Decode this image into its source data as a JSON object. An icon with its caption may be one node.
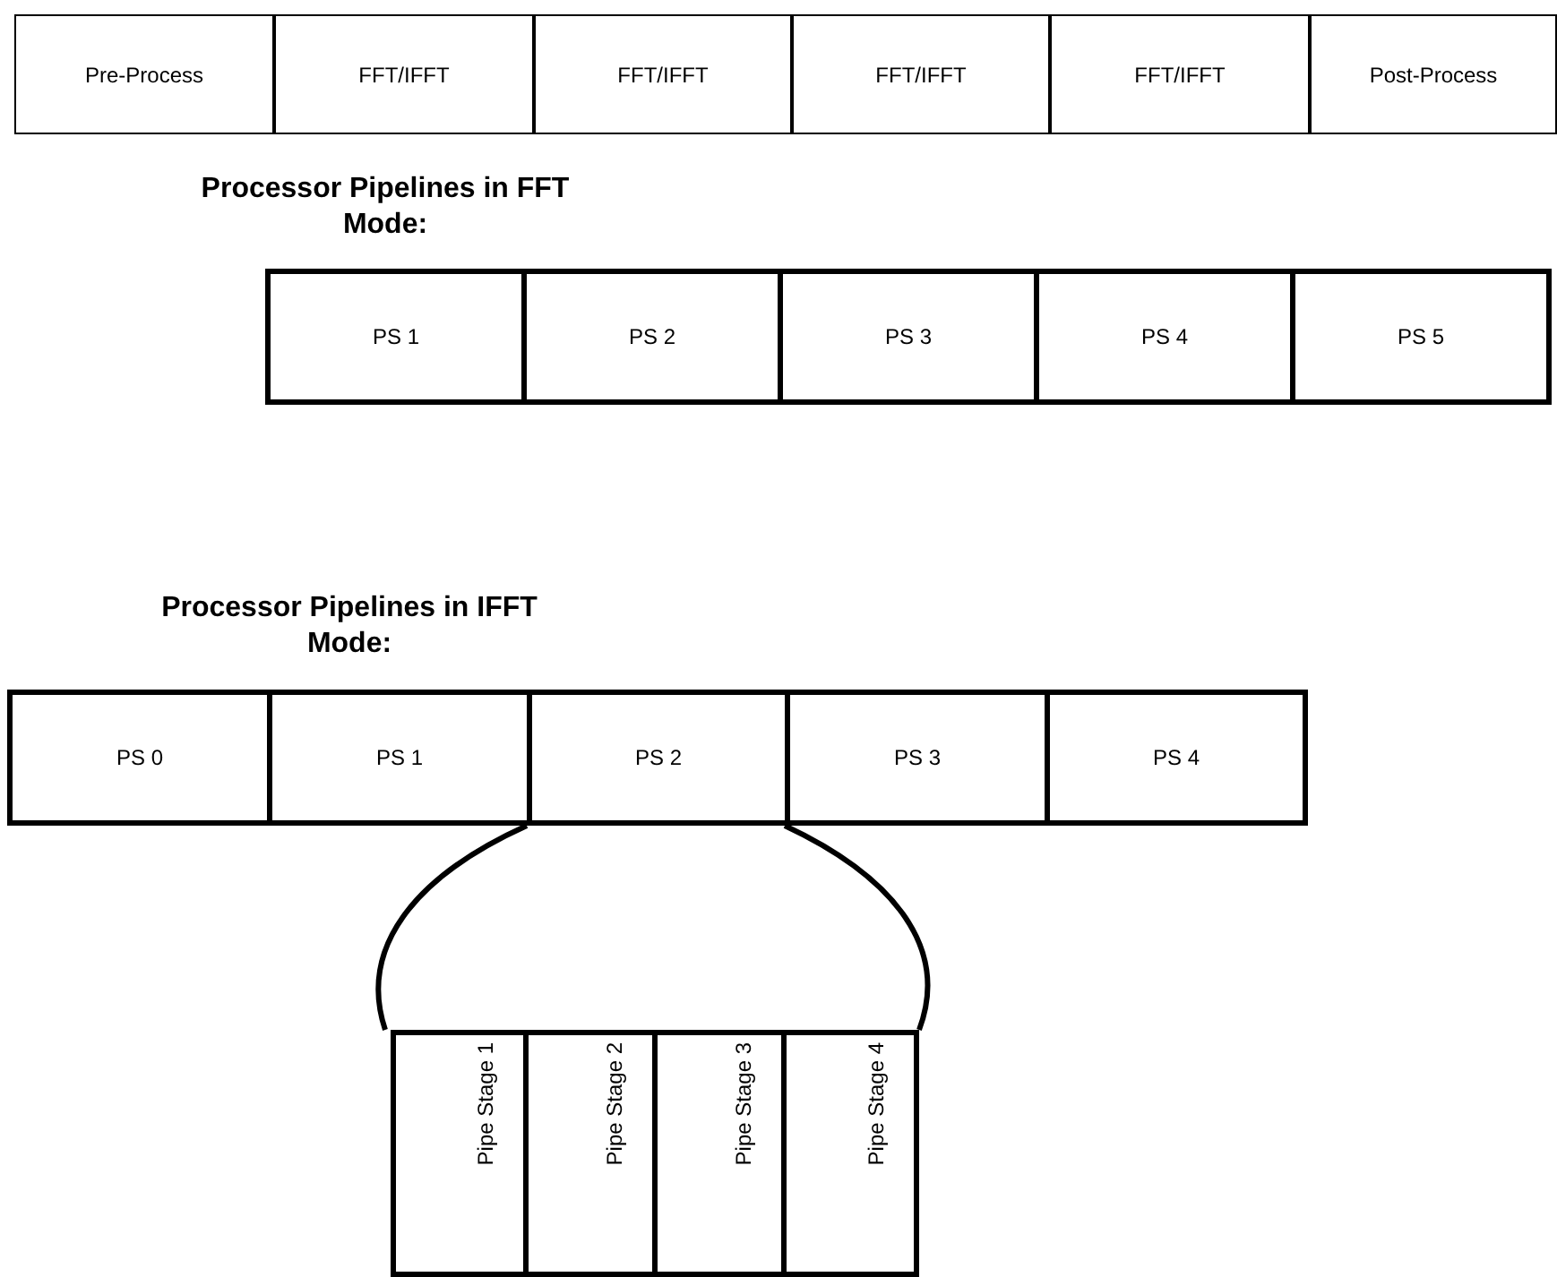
{
  "diagram": {
    "nodes": [
      {
        "text": [
          "Pre-Process"
        ]
      },
      {
        "text": [
          "FFT/IFFT"
        ]
      },
      {
        "text": [
          "FFT/IFFT"
        ]
      },
      {
        "text": [
          "FFT/IFFT"
        ]
      },
      {
        "text": [
          "FFT/IFFT"
        ]
      },
      {
        "text": [
          "Post-Process"
        ]
      },
      {
        "text": [
          "PS 1"
        ]
      },
      {
        "text": [
          "PS 2"
        ]
      },
      {
        "text": [
          "PS 3"
        ]
      },
      {
        "text": [
          "PS 4"
        ]
      },
      {
        "text": [
          "PS 5"
        ]
      },
      {
        "text": [
          "PS 0"
        ]
      },
      {
        "text": [
          "PS 1"
        ]
      },
      {
        "text": [
          "PS 2"
        ]
      },
      {
        "text": [
          "PS 3"
        ]
      },
      {
        "text": [
          "PS 4"
        ]
      },
      {
        "text": [
          "Pipe Stage 1"
        ]
      },
      {
        "text": [
          "Pipe Stage 2"
        ]
      },
      {
        "text": [
          "Pipe Stage 3"
        ]
      },
      {
        "text": [
          "Pipe Stage 4"
        ]
      }
    ],
    "edges": [],
    "labels": [
      "Processor Pipelines in FFT Mode:",
      "Processor Pipelines in IFFT Mode:"
    ]
  }
}
